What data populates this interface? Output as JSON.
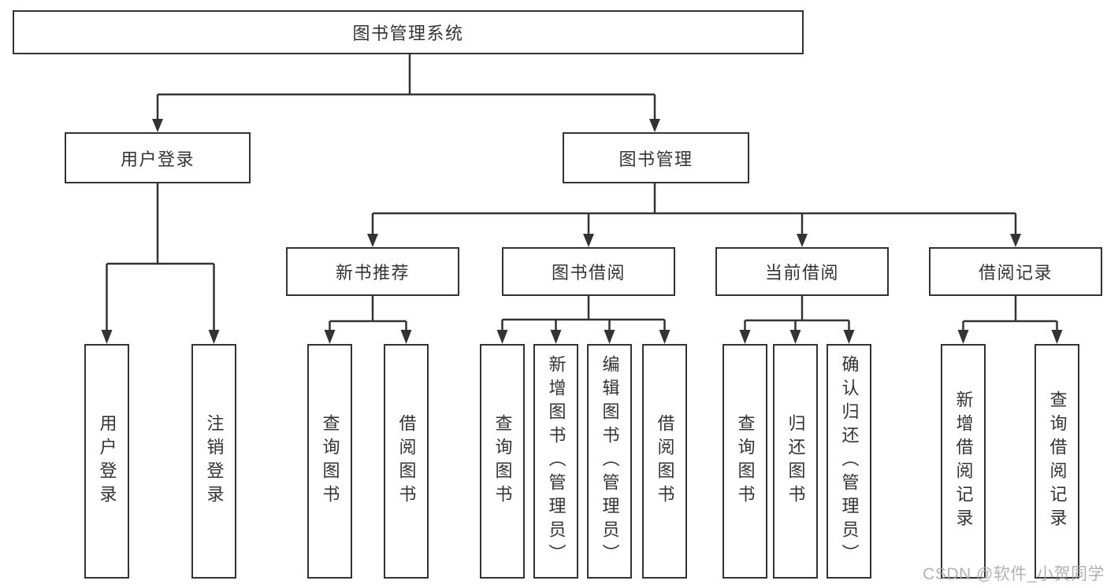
{
  "colors": {
    "line": "#333333",
    "box_border": "#333333",
    "box_fill": "#ffffff",
    "text": "#333333",
    "watermark": "#a9a9a9"
  },
  "watermark": {
    "text": "CSDN @软件_小贺同学"
  },
  "diagram": {
    "type": "hierarchy-tree",
    "root": {
      "label": "图书管理系统"
    },
    "branches": [
      {
        "label": "用户登录",
        "children": [
          {
            "label": "用户登录"
          },
          {
            "label": "注销登录"
          }
        ]
      },
      {
        "label": "图书管理",
        "children": [
          {
            "label": "新书推荐",
            "children": [
              {
                "label": "查询图书"
              },
              {
                "label": "借阅图书"
              }
            ]
          },
          {
            "label": "图书借阅",
            "children": [
              {
                "label": "查询图书"
              },
              {
                "label": "新增图书（管理员）"
              },
              {
                "label": "编辑图书（管理员）"
              },
              {
                "label": "借阅图书"
              }
            ]
          },
          {
            "label": "当前借阅",
            "children": [
              {
                "label": "查询图书"
              },
              {
                "label": "归还图书"
              },
              {
                "label": "确认归还（管理员）"
              }
            ]
          },
          {
            "label": "借阅记录",
            "children": [
              {
                "label": "新增借阅记录"
              },
              {
                "label": "查询借阅记录"
              }
            ]
          }
        ]
      }
    ]
  }
}
